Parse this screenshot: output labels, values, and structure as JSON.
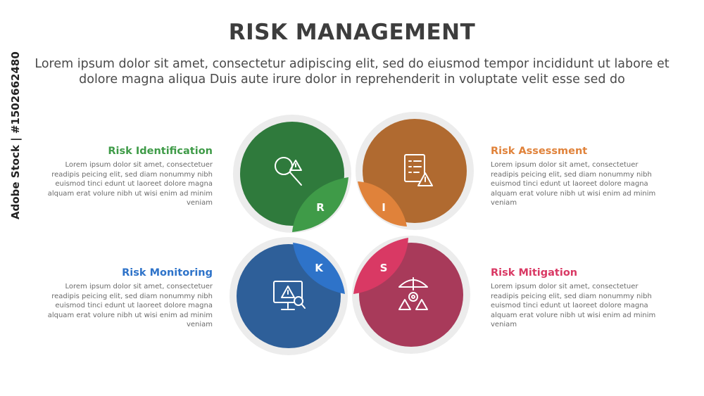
{
  "header": {
    "title": "RISK MANAGEMENT",
    "subtitle": "Lorem ipsum dolor sit amet, consectetur adipiscing elit, sed do eiusmod tempor incididunt ut labore et dolore magna aliqua Duis aute irure dolor in reprehenderit in voluptate velit esse sed do"
  },
  "blocks": [
    {
      "title": "Risk Identification",
      "color": "#3f9b48",
      "letter": "R",
      "body": "Lorem ipsum dolor sit amet, consectetuer readipis peicing elit, sed diam nonummy nibh euismod tinci edunt ut laoreet dolore magna alquam erat volure nibh ut wisi enim ad minim veniam"
    },
    {
      "title": "Risk Assessment",
      "color": "#e0823a",
      "letter": "I",
      "body": "Lorem ipsum dolor sit amet, consectetuer readipis peicing elit, sed diam nonummy nibh euismod tinci edunt ut laoreet dolore magna alquam erat volure nibh ut wisi enim ad minim veniam"
    },
    {
      "title": "Risk Monitoring",
      "color": "#2e73c9",
      "letter": "K",
      "body": "Lorem ipsum dolor sit amet, consectetuer readipis peicing elit, sed diam nonummy nibh euismod tinci edunt ut laoreet dolore magna alquam erat volure nibh ut wisi enim ad minim veniam"
    },
    {
      "title": "Risk Mitigation",
      "color": "#d93964",
      "letter": "S",
      "body": "Lorem ipsum dolor sit amet, consectetuer readipis peicing elit, sed diam nonummy nibh euismod tinci edunt ut laoreet dolore magna alquam erat volure nibh ut wisi enim ad minim veniam"
    }
  ],
  "circle_colors": [
    "#2f7a3c",
    "#b06a30",
    "#2e5f99",
    "#a83a5a"
  ],
  "icons": [
    "magnifier-warning-icon",
    "checklist-warning-icon",
    "monitor-warning-icon",
    "umbrella-gear-warning-icon"
  ],
  "watermark": "Adobe Stock | #1502662480"
}
